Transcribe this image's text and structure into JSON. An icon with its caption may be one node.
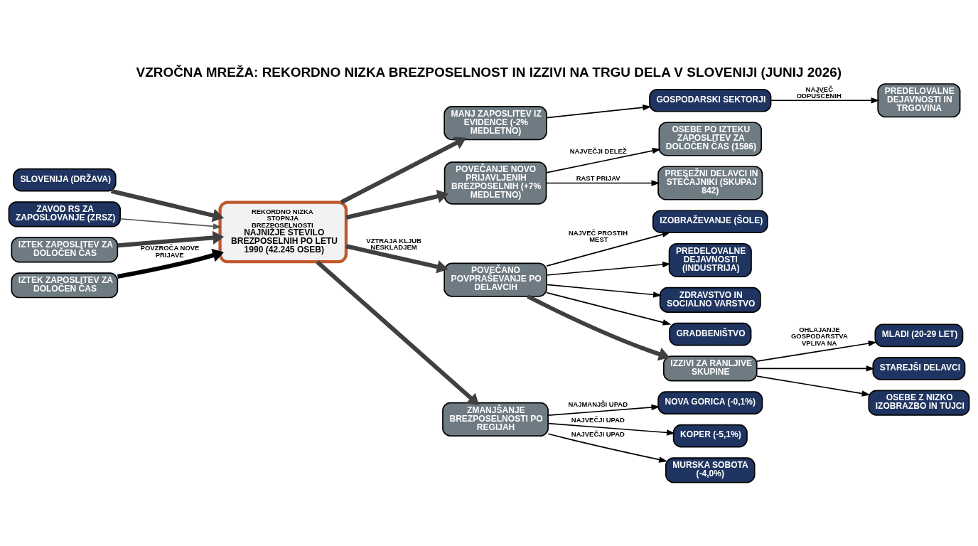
{
  "diagram": {
    "title": "VZROČNA MREŽA: REKORDNO NIZKA BREZPOSELNOST IN IZZIVI NA TRGU DELA V SLOVENIJI (JUNIJ 2026)",
    "nodes": [
      {
        "text": [
          "SLOVENIJA (DRŽAVA)"
        ]
      },
      {
        "text": [
          "ZAVOD RS ZA ZAPOSLOVANJE (ZRSZ)"
        ]
      },
      {
        "text": [
          "IZTEK ZAPOSLITEV ZA DOLOČEN ČAS"
        ]
      },
      {
        "text": [
          "GOSPODARSKI SEKTORJI"
        ]
      },
      {
        "text": [
          "PREDELOVALNE DEJAVNOSTI IN TRGOVINA"
        ]
      },
      {
        "text": [
          "MANJ ZAPOSLITEV IZ EVIDENCE (-2% MEDLETNO)"
        ]
      },
      {
        "text": [
          "REKORDNO NIZKA STOPNJA BREZPOSELNOSTI",
          "NAJNIŽJE ŠTEVILO BREZPOSELNIH PO LETU 1990 (42.245 OSEB)"
        ]
      },
      {
        "text": [
          "IZTEK ZAPOSLITEV ZA DOLOČEN ČAS"
        ]
      },
      {
        "text": [
          "POVEČANJE NOVO PRIJAVLJENIH BREZPOSELNIH (+7% MEDLETNO)"
        ]
      },
      {
        "text": [
          "OSEBE PO IZTEKU ZAPOSLITEV ZA DOLOČEN ČAS (1586)"
        ]
      },
      {
        "text": [
          "PRESEŽNI DELAVCI IN STEČAJNIKI (SKUPAJ 842)"
        ]
      },
      {
        "text": [
          "POVEČANO POVPRAŠEVANJE PO DELAVCIH"
        ]
      },
      {
        "text": [
          "IZOBRAŽEVANJE (ŠOLE)"
        ]
      },
      {
        "text": [
          "PREDELOVALNE DEJAVNOSTI (INDUSTRIJA)"
        ]
      },
      {
        "text": [
          "ZDRAVSTVO IN SOCIALNO VARSTVO"
        ]
      },
      {
        "text": [
          "GRADBENIŠTVO"
        ]
      },
      {
        "text": [
          "IZZIVI ZA RANLJIVE SKUPINE"
        ]
      },
      {
        "text": [
          "MLADI (20-29 LET)"
        ]
      },
      {
        "text": [
          "STAREJŠI DELAVCI"
        ]
      },
      {
        "text": [
          "OSEBE Z NIZKO IZOBRAZBO IN TUJCI"
        ]
      },
      {
        "text": [
          "ZMANJŠANJE BREZPOSELNOSTI PO REGIJAH"
        ]
      },
      {
        "text": [
          "NOVA GORICA (-0,1%)"
        ]
      },
      {
        "text": [
          "KOPER (-5,1%)"
        ]
      },
      {
        "text": [
          "MURSKA SOBOTA (-4,0%)"
        ]
      }
    ],
    "edges": [
      {
        "from": 0,
        "to": 6,
        "arrow": "to",
        "style": "thick",
        "color": "#404040"
      },
      {
        "from": 1,
        "to": 6,
        "arrow": "to",
        "color": "#555555"
      },
      {
        "from": 2,
        "to": 6,
        "arrow": "to",
        "style": "thick",
        "color": "#404040"
      },
      {
        "from": 7,
        "to": 6,
        "arrow": "to",
        "label": "POVZROČA NOVE PRIJAVE",
        "style": "thick"
      },
      {
        "from": 6,
        "to": 5,
        "arrow": "to",
        "style": "thick",
        "color": "#404040"
      },
      {
        "from": 5,
        "to": 3,
        "arrow": "to"
      },
      {
        "from": 3,
        "to": 4,
        "arrow": "to",
        "label": "NAJVEČ ODPUŠČENIH"
      },
      {
        "from": 6,
        "to": 8,
        "arrow": "to",
        "style": "thick",
        "color": "#404040"
      },
      {
        "from": 8,
        "to": 9,
        "arrow": "to",
        "label": "NAJVEČJI DELEŽ"
      },
      {
        "from": 8,
        "to": 10,
        "arrow": "to",
        "label": "RAST PRIJAV"
      },
      {
        "from": 6,
        "to": 11,
        "arrow": "to",
        "label": "VZTRAJA KLJUB NESKLADJEM",
        "style": "thick",
        "color": "#404040"
      },
      {
        "from": 11,
        "to": 12,
        "arrow": "to",
        "label": "NAJVEČ PROSTIH MEST"
      },
      {
        "from": 11,
        "to": 13,
        "arrow": "to"
      },
      {
        "from": 11,
        "to": 14,
        "arrow": "to"
      },
      {
        "from": 11,
        "to": 15,
        "arrow": "to"
      },
      {
        "from": 11,
        "to": 16,
        "arrow": "to",
        "style": "thick",
        "color": "#404040"
      },
      {
        "from": 16,
        "to": 17,
        "arrow": "to",
        "label": "OHLAJANJE GOSPODARSTVA VPLIVA NA"
      },
      {
        "from": 16,
        "to": 18,
        "arrow": "to"
      },
      {
        "from": 16,
        "to": 19,
        "arrow": "to"
      },
      {
        "from": 6,
        "to": 20,
        "arrow": "to",
        "style": "thick",
        "color": "#404040"
      },
      {
        "from": 20,
        "to": 22,
        "arrow": "to",
        "label": "NAJVEČJI UPAD"
      },
      {
        "from": 20,
        "to": 23,
        "arrow": "to",
        "label": "NAJVEČJI UPAD"
      },
      {
        "from": 20,
        "to": 21,
        "arrow": "to",
        "label": "NAJMANJŠI UPAD"
      }
    ]
  }
}
